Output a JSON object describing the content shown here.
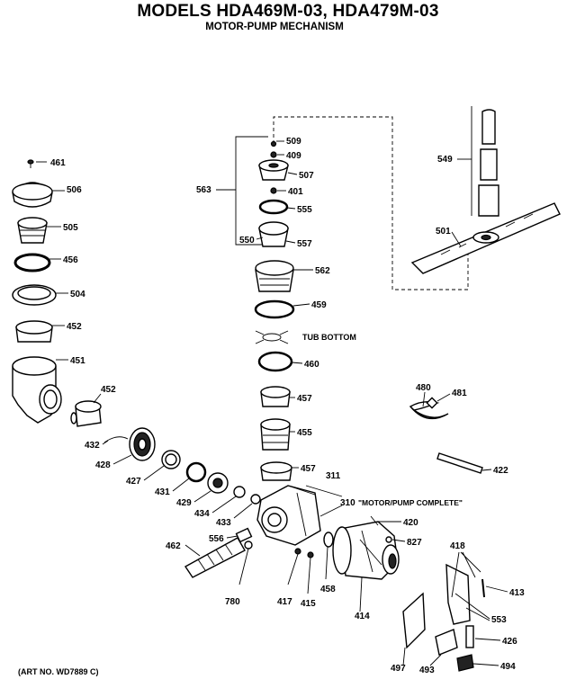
{
  "title": "MODELS HDA469M-03, HDA479M-03",
  "subtitle": "MOTOR-PUMP MECHANISM",
  "art_no": "(ART NO. WD7889 C)",
  "annotations": {
    "tub_bottom": "TUB BOTTOM",
    "motor_pump_complete": "\"MOTOR/PUMP COMPLETE\""
  },
  "parts": {
    "p461": "461",
    "p506": "506",
    "p505": "505",
    "p456": "456",
    "p504": "504",
    "p452a": "452",
    "p451": "451",
    "p452b": "452",
    "p432": "432",
    "p428": "428",
    "p427": "427",
    "p431": "431",
    "p429": "429",
    "p434": "434",
    "p433": "433",
    "p462": "462",
    "p556": "556",
    "p780": "780",
    "p417": "417",
    "p415": "415",
    "p458": "458",
    "p414": "414",
    "p509": "509",
    "p409": "409",
    "p507": "507",
    "p563": "563",
    "p401": "401",
    "p555": "555",
    "p550": "550",
    "p557": "557",
    "p562": "562",
    "p459": "459",
    "p460": "460",
    "p457a": "457",
    "p455": "455",
    "p457b": "457",
    "p311": "311",
    "p310": "310",
    "p420": "420",
    "p827": "827",
    "p549": "549",
    "p501": "501",
    "p480": "480",
    "p481": "481",
    "p422": "422",
    "p418": "418",
    "p413": "413",
    "p553": "553",
    "p426": "426",
    "p497": "497",
    "p493": "493",
    "p494": "494"
  }
}
